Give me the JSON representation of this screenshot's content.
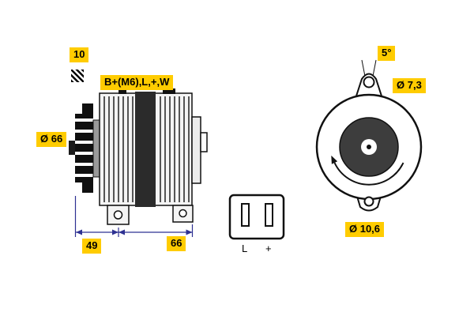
{
  "diagram": {
    "type": "technical-drawing",
    "subject": "alternator",
    "views": [
      "side-view-with-pulley",
      "two-pin-connector",
      "front-view-with-mounting-lugs"
    ]
  },
  "colors": {
    "background": "#ffffff",
    "label_background": "#FFCC00",
    "label_text": "#000000",
    "dimension_line": "#2E3192",
    "drawing_line": "#111111",
    "rotor_fill": "#3d3d3d"
  },
  "labels": {
    "wrench_size": "10",
    "terminals": "B+(M6),L,+,W",
    "pulley_diameter": "Ø 66",
    "length_front": "49",
    "length_body": "66",
    "lug_angle": "5°",
    "hole_top_diameter": "Ø 7,3",
    "hole_bottom_diameter": "Ø 10,6"
  },
  "connector": {
    "pin_left": "L",
    "pin_right": "+"
  },
  "icons": {
    "hatch": "diagonal-hatch-square"
  }
}
